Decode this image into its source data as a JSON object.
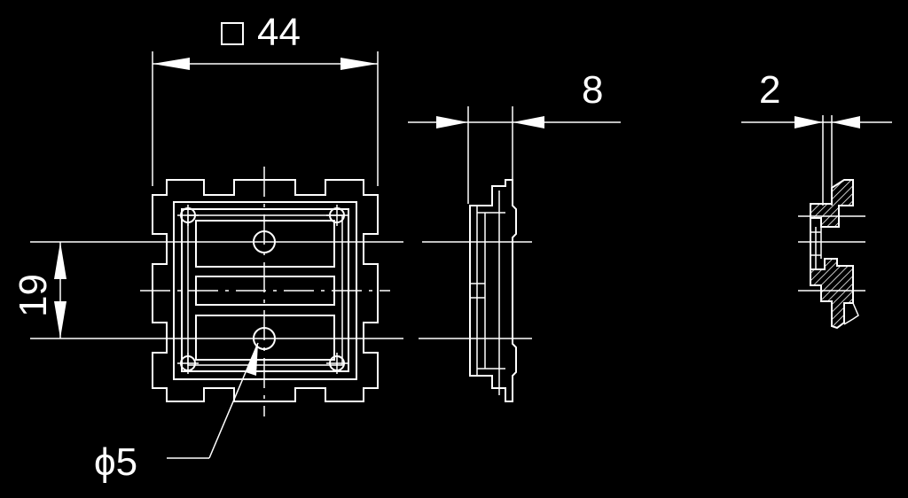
{
  "dimensions": {
    "width_label": "44",
    "thickness_label": "8",
    "wall_label": "2",
    "hole_pitch_label": "19",
    "hole_diameter_label": "ϕ5"
  },
  "colors": {
    "background": "#000000",
    "lines": "#ffffff"
  }
}
